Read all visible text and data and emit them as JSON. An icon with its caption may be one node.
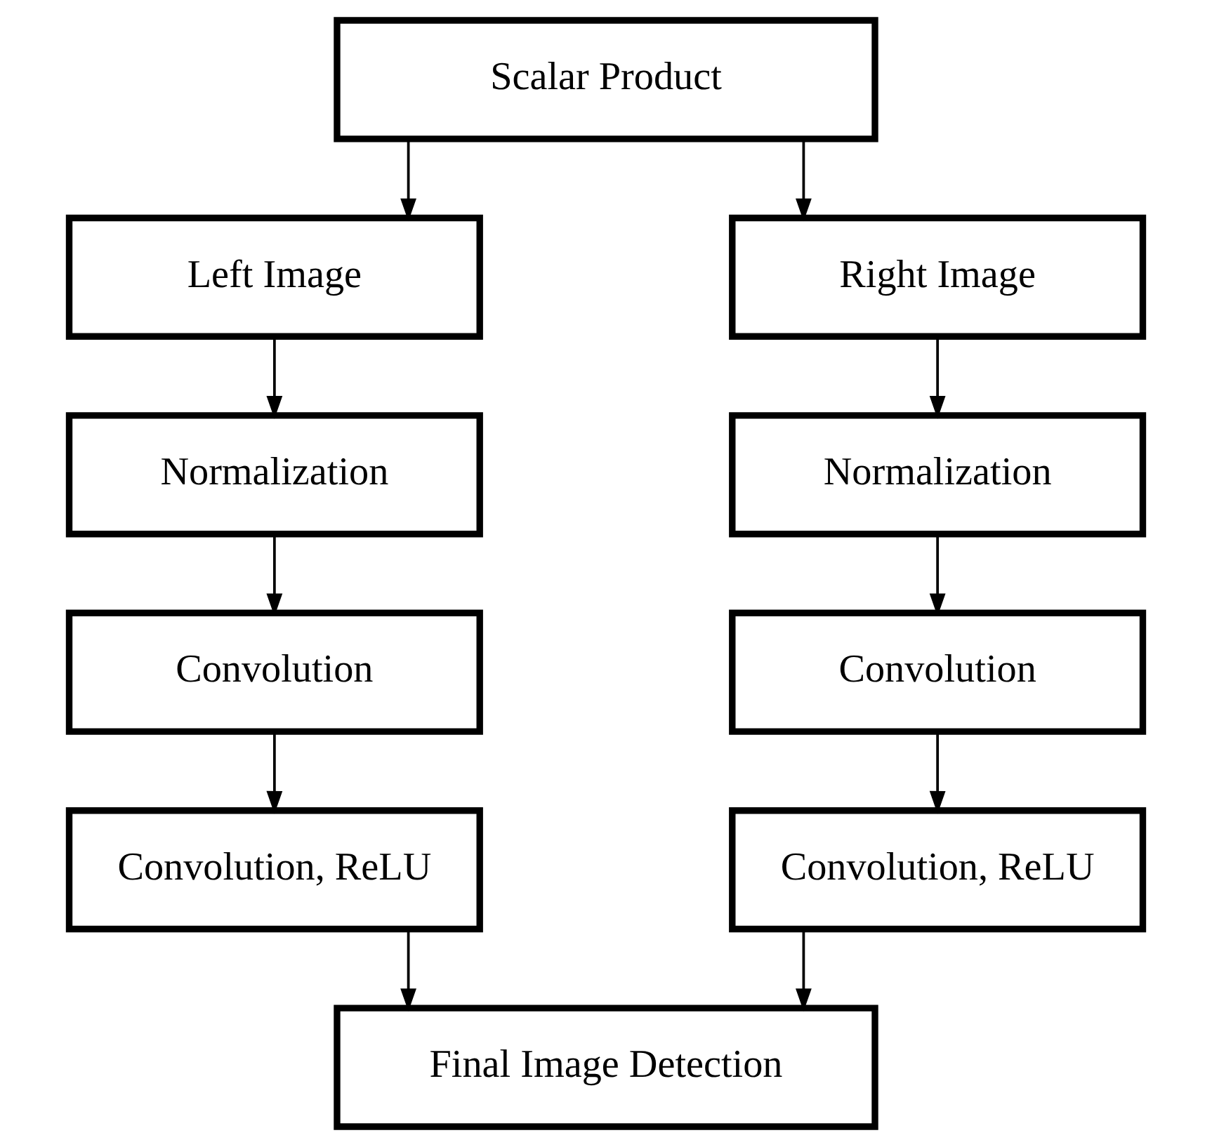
{
  "diagram": {
    "nodes": [
      {
        "text": [
          "Scalar Product"
        ]
      },
      {
        "text": [
          "Left Image"
        ]
      },
      {
        "text": [
          "Right Image"
        ]
      },
      {
        "text": [
          "Normalization"
        ]
      },
      {
        "text": [
          "Normalization"
        ]
      },
      {
        "text": [
          "Convolution"
        ]
      },
      {
        "text": [
          "Convolution"
        ]
      },
      {
        "text": [
          "Convolution, ReLU"
        ]
      },
      {
        "text": [
          "Convolution, ReLU"
        ]
      },
      {
        "text": [
          "Final Image Detection"
        ]
      }
    ],
    "edges": [
      {
        "from": 0,
        "to": 1,
        "arrow": "to"
      },
      {
        "from": 0,
        "to": 2,
        "arrow": "to"
      },
      {
        "from": 1,
        "to": 3,
        "arrow": "to"
      },
      {
        "from": 3,
        "to": 5,
        "arrow": "to"
      },
      {
        "from": 5,
        "to": 7,
        "arrow": "to"
      },
      {
        "from": 2,
        "to": 4,
        "arrow": "to"
      },
      {
        "from": 4,
        "to": 6,
        "arrow": "to"
      },
      {
        "from": 6,
        "to": 8,
        "arrow": "to"
      },
      {
        "from": 7,
        "to": 9,
        "arrow": "to"
      },
      {
        "from": 8,
        "to": 9,
        "arrow": "to"
      }
    ]
  }
}
